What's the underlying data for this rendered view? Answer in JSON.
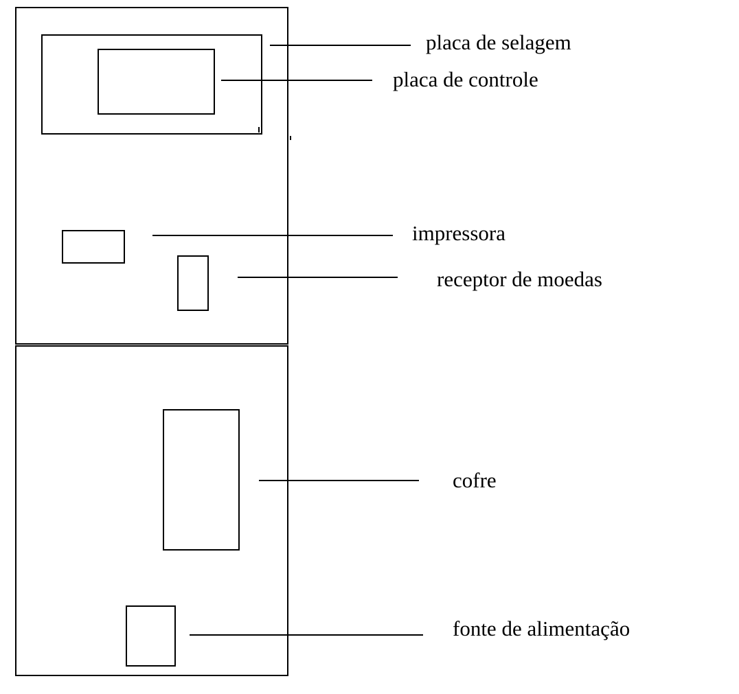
{
  "diagram": {
    "components": [
      {
        "id": "placa-selagem",
        "label": "placa de selagem"
      },
      {
        "id": "placa-controle",
        "label": "placa de controle"
      },
      {
        "id": "impressora",
        "label": "impressora"
      },
      {
        "id": "receptor-moedas",
        "label": "receptor de moedas"
      },
      {
        "id": "cofre",
        "label": "cofre"
      },
      {
        "id": "fonte-alimentacao",
        "label": "fonte de alimentação"
      }
    ]
  },
  "colors": {
    "line": "#000000",
    "background": "#ffffff"
  }
}
